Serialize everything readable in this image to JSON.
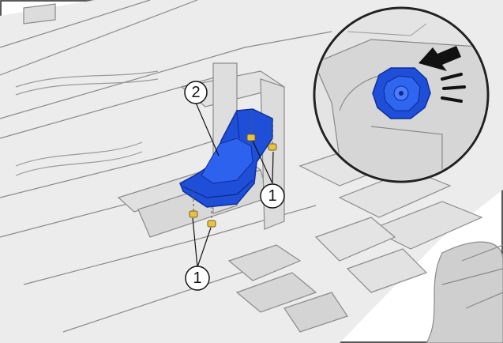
{
  "diagram": {
    "callouts": [
      {
        "id": "callout-2",
        "label": "2",
        "refers_to": "under-floor-cover"
      },
      {
        "id": "callout-1-upper",
        "label": "1",
        "refers_to": "clips"
      },
      {
        "id": "callout-1-lower",
        "label": "1",
        "refers_to": "clips"
      }
    ],
    "colors": {
      "highlight_part": "#1f4fd8",
      "highlight_part_dark": "#0f2f9a",
      "clip": "#e6c24a",
      "body_line": "#7a7a7a",
      "body_fill": "#e9e9e9",
      "arrow": "#111111"
    },
    "icons": [
      "press-arrow-icon",
      "motion-lines-icon",
      "clip-icon"
    ]
  }
}
